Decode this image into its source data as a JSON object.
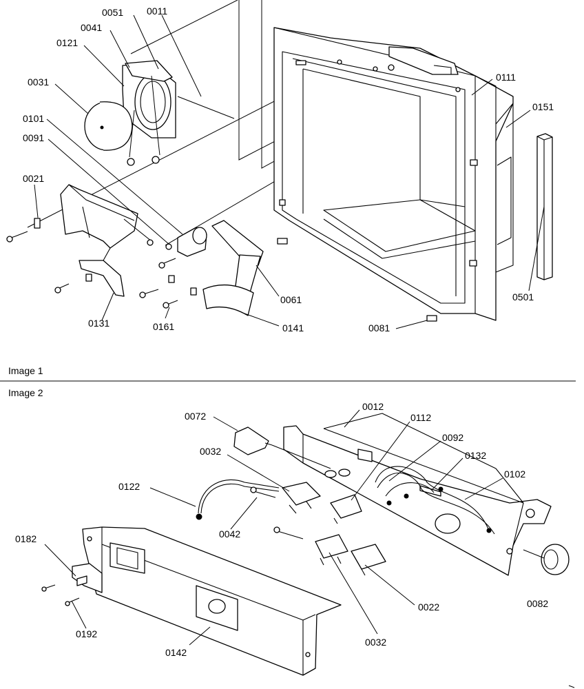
{
  "panels": [
    {
      "id": "image1",
      "caption": "Image 1"
    },
    {
      "id": "image2",
      "caption": "Image 2"
    }
  ],
  "callouts": {
    "image1": [
      "0011",
      "0051",
      "0041",
      "0121",
      "0031",
      "0101",
      "0091",
      "0021",
      "0111",
      "0151",
      "0501",
      "0061",
      "0131",
      "0161",
      "0141",
      "0081"
    ],
    "image2": [
      "0012",
      "0112",
      "0092",
      "0132",
      "0102",
      "0072",
      "0032",
      "0122",
      "0042",
      "0182",
      "0192",
      "0142",
      "0022",
      "0082"
    ],
    "image2_second": "0032"
  }
}
